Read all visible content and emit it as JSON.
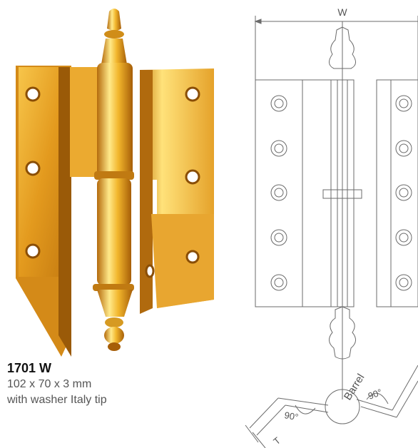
{
  "product": {
    "model": "1701 W",
    "dimensions": "102 x 70 x 3 mm",
    "description": "with washer Italy tip"
  },
  "drawing": {
    "width_label": "W",
    "barrel_label": "Barrel",
    "angle_left_label": "90°",
    "angle_right_label": "90°",
    "thickness_label": "T"
  },
  "colors": {
    "brass_light": "#ffe98a",
    "brass_mid": "#f2b62c",
    "brass_dark": "#b46a0c",
    "line": "#6b6b6b"
  }
}
